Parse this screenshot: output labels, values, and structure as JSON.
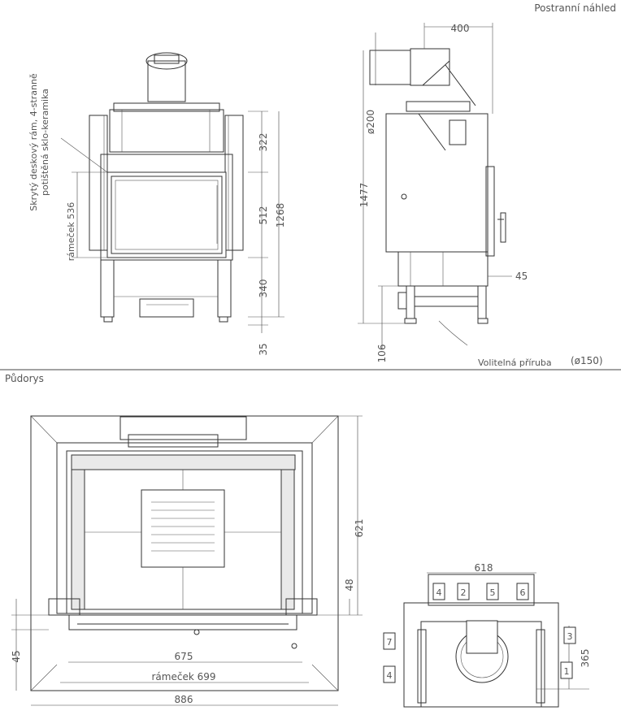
{
  "labels": {
    "side_view_title": "Postranní náhled",
    "plan_title": "Půdorys",
    "hidden_frame_line1": "Skrytý deskový rám, 4-stranně",
    "hidden_frame_line2": "potištěná sklo-keramika",
    "frame_label": "rámeček 536",
    "optional_flange": "Volitelná příruba",
    "optional_flange_dim": "(ø150)"
  },
  "front_dims": {
    "d322": "322",
    "d512": "512",
    "d1268": "1268",
    "d340": "340",
    "d35": "35"
  },
  "side_dims": {
    "d400": "400",
    "d200": "ø200",
    "d1477": "1477",
    "d45": "45",
    "d106": "106"
  },
  "plan_dims": {
    "d621": "621",
    "d48": "48",
    "d45": "45",
    "d675": "675",
    "d699": "rámeček 699",
    "d886": "886"
  },
  "rear_dims": {
    "d618": "618",
    "d365": "365"
  },
  "callouts": [
    "1",
    "2",
    "3",
    "4",
    "5",
    "6",
    "7",
    "4"
  ]
}
